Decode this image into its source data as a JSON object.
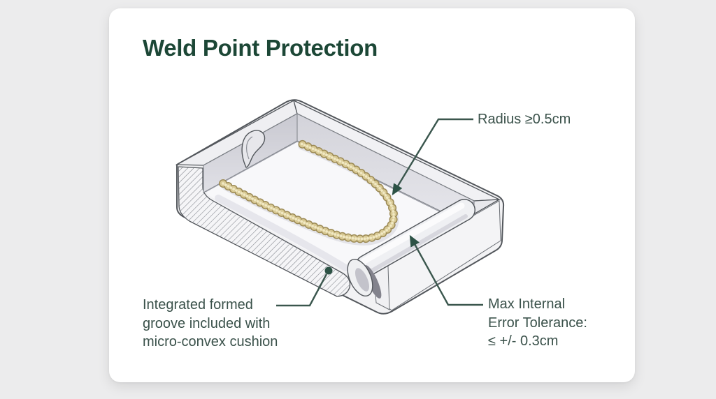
{
  "header": {
    "title": "Weld Point Protection"
  },
  "annotations": {
    "radius": {
      "label": "Radius ≥0.5cm"
    },
    "groove": {
      "lines": [
        "Integrated formed",
        "groove included with",
        "micro-convex cushion"
      ]
    },
    "tolerance": {
      "lines": [
        "Max Internal",
        "Error Tolerance:",
        "≤ +/- 0.3cm"
      ]
    }
  },
  "colors": {
    "page_background": "#ececed",
    "card_background": "#ffffff",
    "title_text": "#1c4736",
    "annotation_text": "#3a514a",
    "leader_line": "#3a564d",
    "arrow_fill": "#2c5245",
    "outline": "#53575c",
    "chain_gold": "#d8c994"
  }
}
